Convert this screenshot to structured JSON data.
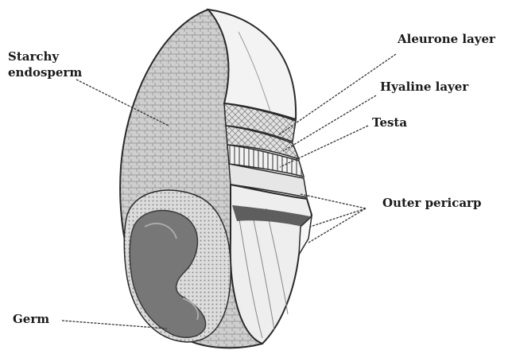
{
  "labels": {
    "starchy_endosperm": [
      "Starchy",
      "endosperm"
    ],
    "aleurone_layer": "Aleurone layer",
    "hyaline_layer": "Hyaline layer",
    "testa": "Testa",
    "outer_pericarp": "Outer pericarp",
    "germ": "Germ"
  },
  "colors": {
    "outline": "#2a2a2a",
    "endosperm_fill": "#c9c9c9",
    "germ_fill": "#7a7a7a",
    "germ_dark": "#5a5a5a",
    "pericarp_fill": "#ececec",
    "leader_line": "#333333"
  }
}
